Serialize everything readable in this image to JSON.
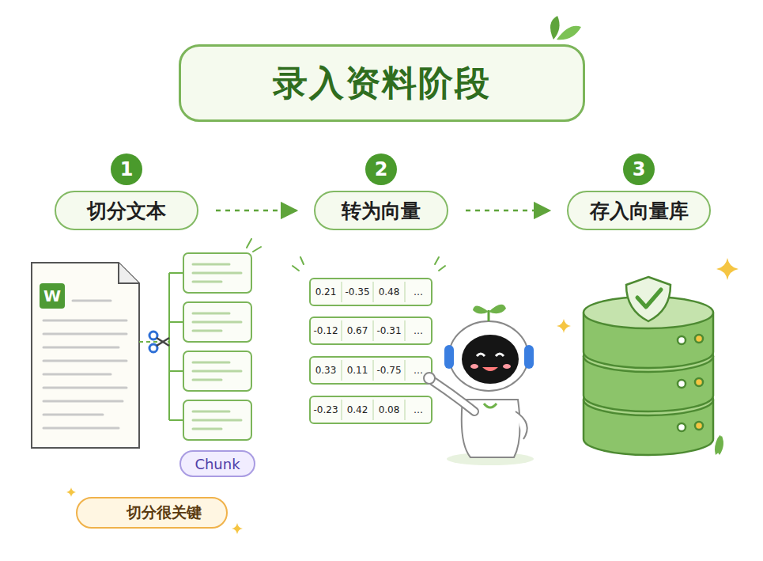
{
  "diagram": {
    "title": "录入资料阶段",
    "nodes": [
      {
        "text": [
          "1"
        ]
      },
      {
        "text": [
          "切分文本"
        ]
      },
      {
        "text": [
          "2"
        ]
      },
      {
        "text": [
          "转为向量"
        ]
      },
      {
        "text": [
          "3"
        ]
      },
      {
        "text": [
          "存入向量库"
        ]
      },
      {
        "text": [
          "Chunk"
        ]
      },
      {
        "text": [
          "切分很关键"
        ]
      }
    ],
    "edges": [
      {
        "from": 1,
        "to": 3,
        "arrow": "to"
      },
      {
        "from": 3,
        "to": 5,
        "arrow": "to"
      }
    ],
    "labels": [
      "W",
      "0.21",
      "-0.35",
      "0.48",
      "…",
      "-0.12",
      "0.67",
      "-0.31",
      "…",
      "0.33",
      "0.11",
      "-0.75",
      "…",
      "-0.23",
      "0.42",
      "0.08",
      "…"
    ]
  }
}
